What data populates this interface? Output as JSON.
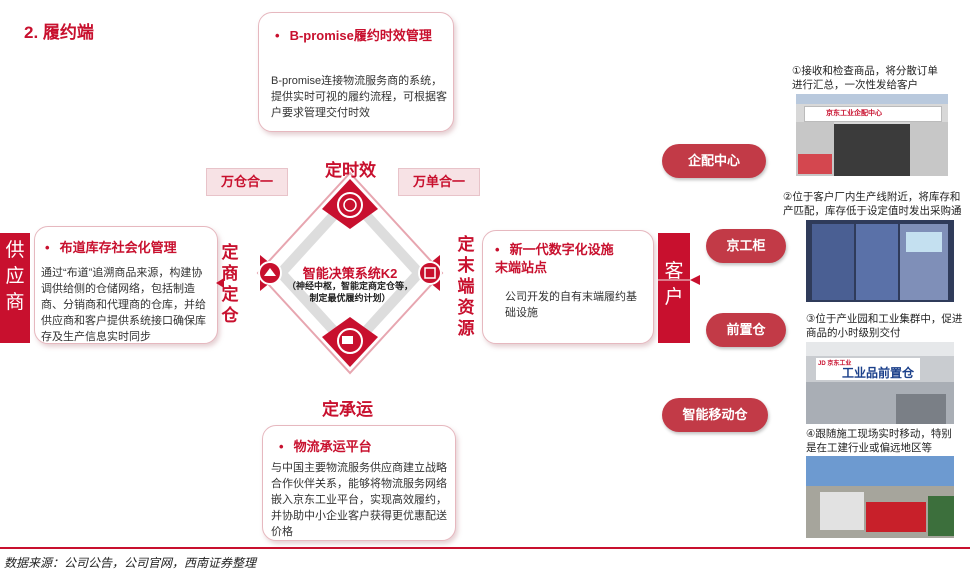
{
  "title": "2. 履约端",
  "bpromise": {
    "title": "B-promise履约时效管理",
    "body": "B-promise连接物流服务商的系统，提供实时可视的履约流程，可根据客户要求管理交付时效"
  },
  "inventory": {
    "title": "布道库存社会化管理",
    "body": "通过“布道”追溯商品来源，构建协调供给侧的仓储网络，包括制造商、分销商和代理商的仓库，并给供应商和客户提供系统接口确保库存及生产信息实时同步"
  },
  "digital_station": {
    "title_line1": "新一代数字化设施",
    "title_line2": "末端站点",
    "body": "公司开发的自有末端履约基础设施"
  },
  "logistics": {
    "title": "物流承运平台",
    "body": "与中国主要物流服务供应商建立战略合作伙伴关系，能够将物流服务网络嵌入京东工业平台，实现高效履约，并协助中小企业客户获得更优惠配送价格"
  },
  "center": {
    "title": "智能决策系统K2",
    "sub_line1": "（神经中枢，智能定商定仓等，",
    "sub_line2": "制定最优履约计划）"
  },
  "labels": {
    "top": "定时效",
    "bottom": "定承运",
    "left": "定商定仓",
    "right": "定末端资源",
    "tag_left": "万仓合一",
    "tag_right": "万单合一",
    "supplier": "供应商",
    "customer": "客户"
  },
  "ovals": [
    "企配中心",
    "京工柜",
    "前置仓",
    "智能移动仓"
  ],
  "captions": [
    "①接收和检查商品，将分散订单进行汇总，一次性发给客户",
    "②位于客户厂内生产线附近，将库存和产匹配，库存低于设定值时发出采购通",
    "③位于产业园和工业集群中，促进商品的小时级别交付",
    "④跟随施工现场实时移动，特别是在工建行业或偏远地区等"
  ],
  "photo_text": {
    "warehouse_sign": "京东工业企配中心",
    "front_warehouse_sign": "工业品前置仓",
    "front_warehouse_logo": "JD 京东工业"
  },
  "source": "数据来源：公司公告，公司官网，西南证券整理",
  "colors": {
    "accent": "#c8102e",
    "oval": "#c23a47",
    "tag_bg": "#f7e2e5"
  }
}
